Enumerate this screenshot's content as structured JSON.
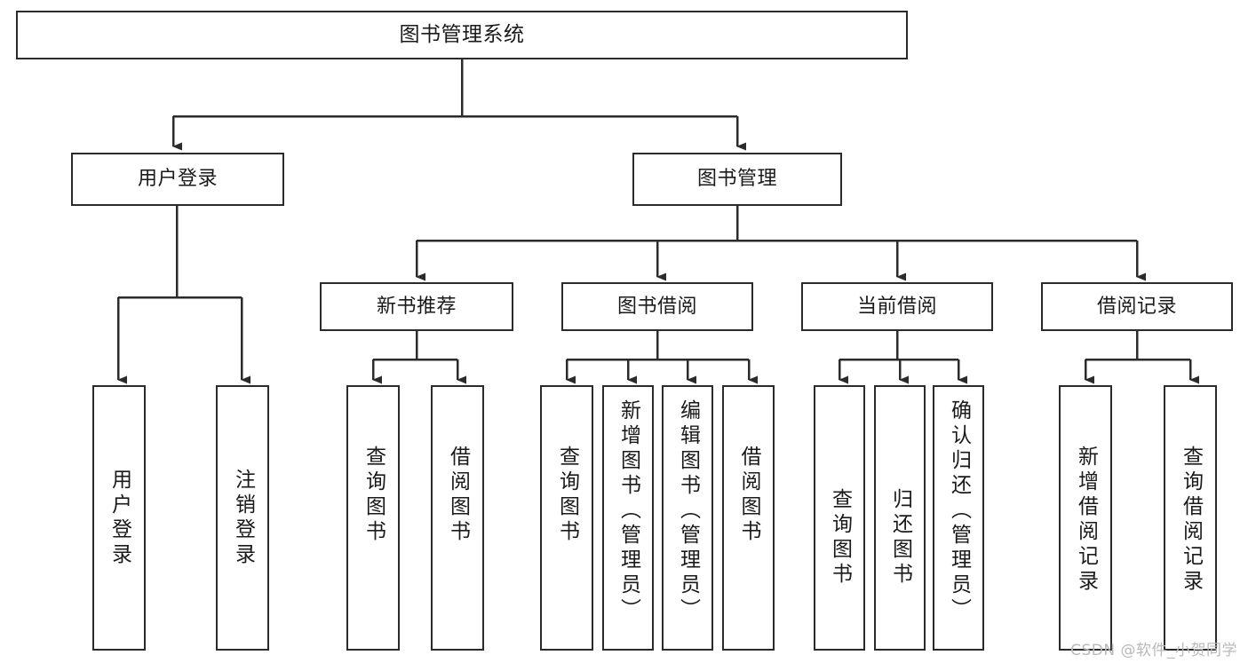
{
  "diagram": {
    "type": "tree",
    "title": "图书管理系统",
    "orientation": "top-down",
    "colors": {
      "node_border": "#2b2b2b",
      "node_fill": "#ffffff",
      "edge": "#2b2b2b",
      "text": "#1a1a1a",
      "watermark": "#b9b9b9",
      "background": "#ffffff"
    }
  },
  "root": {
    "label": "图书管理系统"
  },
  "level1": [
    {
      "label": "用户登录"
    },
    {
      "label": "图书管理"
    }
  ],
  "level2": [
    {
      "label": "新书推荐"
    },
    {
      "label": "图书借阅"
    },
    {
      "label": "当前借阅"
    },
    {
      "label": "借阅记录"
    }
  ],
  "leaves": {
    "user_login": [
      {
        "label": "用户登录"
      },
      {
        "label": "注销登录"
      }
    ],
    "new_book_recommend": [
      {
        "label": "查询图书"
      },
      {
        "label": "借阅图书"
      }
    ],
    "book_borrow": [
      {
        "label": "查询图书"
      },
      {
        "label": "新增图书（管理员）"
      },
      {
        "label": "编辑图书（管理员）"
      },
      {
        "label": "借阅图书"
      }
    ],
    "current_borrow": [
      {
        "label": "查询图书"
      },
      {
        "label": "归还图书"
      },
      {
        "label": "确认归还（管理员）"
      }
    ],
    "borrow_record": [
      {
        "label": "新增借阅记录"
      },
      {
        "label": "查询借阅记录"
      }
    ]
  },
  "watermark": {
    "text": "CSDN @软件_小贺同学"
  }
}
